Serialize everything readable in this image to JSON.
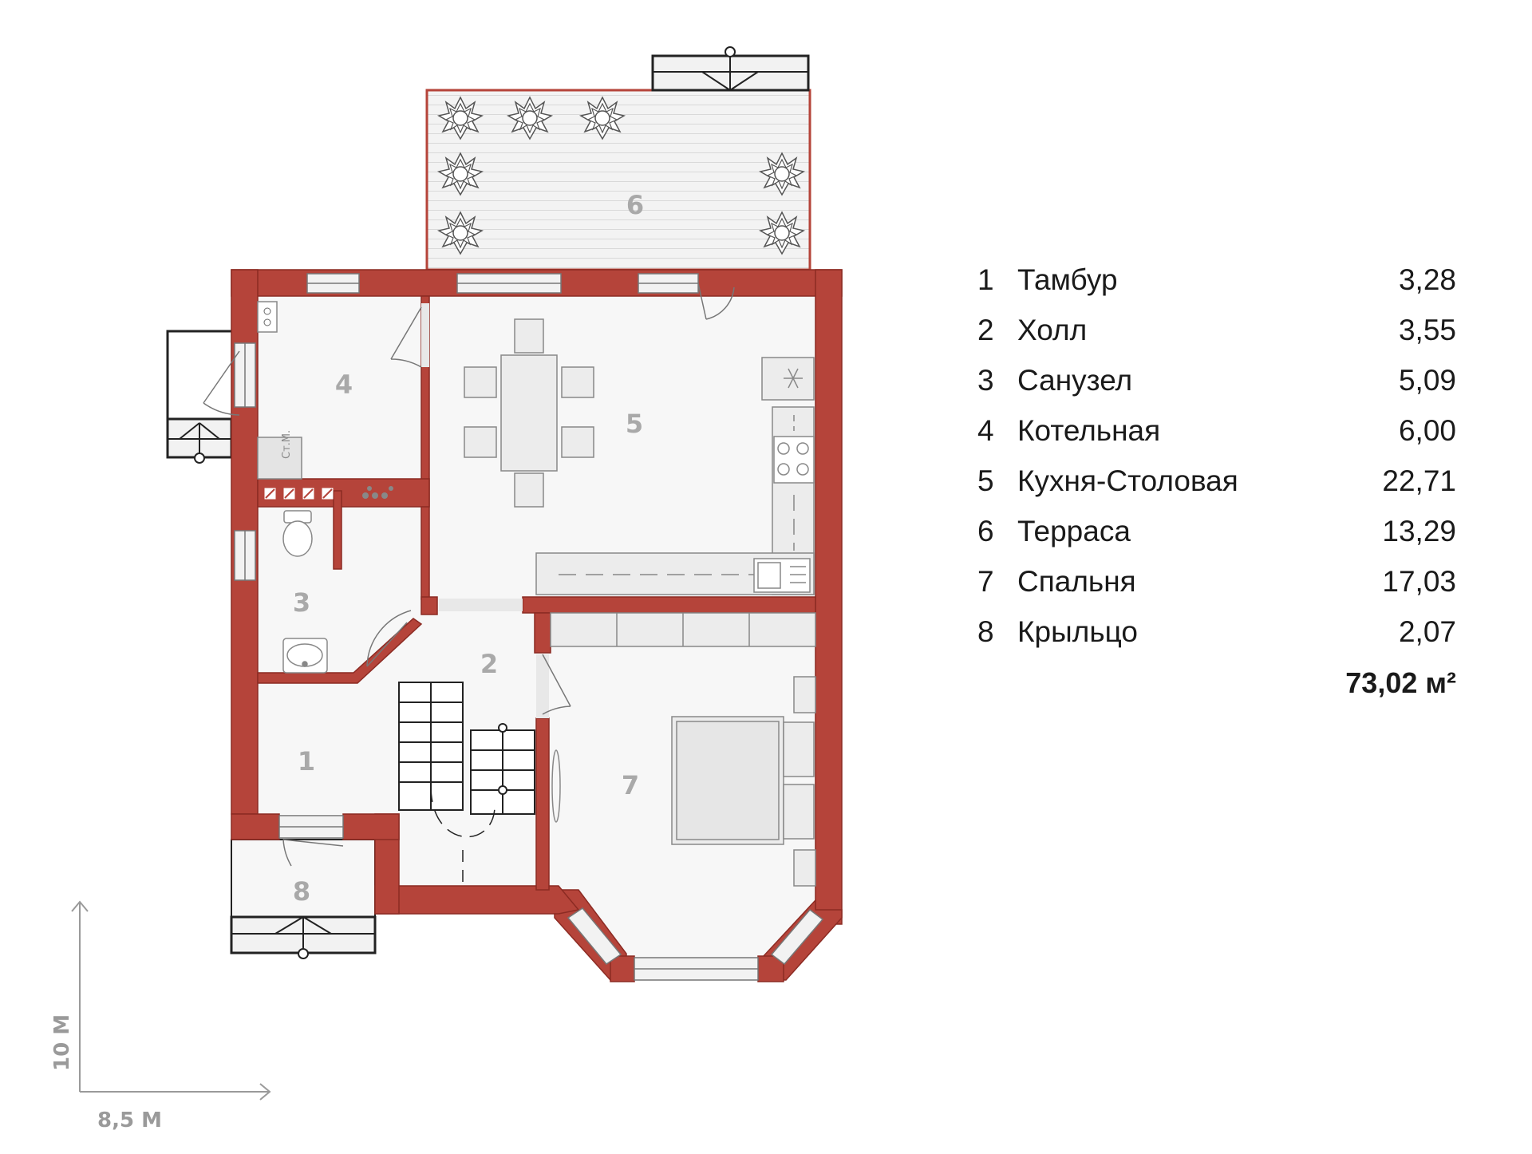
{
  "plan": {
    "wall_color": "#b5443a",
    "floor_color": "#f7f7f7",
    "room_labels": [
      {
        "id": "r1",
        "text": "1"
      },
      {
        "id": "r2",
        "text": "2"
      },
      {
        "id": "r3",
        "text": "3"
      },
      {
        "id": "r4",
        "text": "4"
      },
      {
        "id": "r5",
        "text": "5"
      },
      {
        "id": "r6",
        "text": "6"
      },
      {
        "id": "r7",
        "text": "7"
      },
      {
        "id": "r8",
        "text": "8"
      }
    ],
    "boiler_label": "Ст.М.",
    "dimension_width": "8,5 М",
    "dimension_height": "10 М"
  },
  "legend": {
    "rooms": [
      {
        "num": "1",
        "name": "Тамбур",
        "area": "3,28"
      },
      {
        "num": "2",
        "name": "Холл",
        "area": "3,55"
      },
      {
        "num": "3",
        "name": "Санузел",
        "area": "5,09"
      },
      {
        "num": "4",
        "name": "Котельная",
        "area": "6,00"
      },
      {
        "num": "5",
        "name": "Кухня-Столовая",
        "area": "22,71"
      },
      {
        "num": "6",
        "name": "Терраса",
        "area": "13,29"
      },
      {
        "num": "7",
        "name": "Спальня",
        "area": "17,03"
      },
      {
        "num": "8",
        "name": "Крыльцо",
        "area": "2,07"
      }
    ],
    "total": "73,02 м²"
  }
}
